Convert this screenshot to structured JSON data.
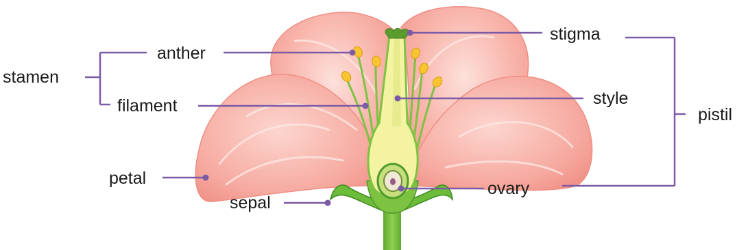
{
  "labels": {
    "stamen": "stamen",
    "anther": "anther",
    "filament": "filament",
    "petal": "petal",
    "sepal": "sepal",
    "stigma": "stigma",
    "style": "style",
    "ovary": "ovary",
    "pistil": "pistil"
  },
  "colors": {
    "leader_line": "#7b5aa6",
    "petal_fill": "#f6a79d",
    "petal_light": "#fbd0c9",
    "petal_edge": "#ef8f85",
    "stem_green": "#7ec242",
    "dark_green": "#4f9a2d",
    "pistil_yellow": "#f3f3a2",
    "anther_yellow": "#f6c531"
  }
}
